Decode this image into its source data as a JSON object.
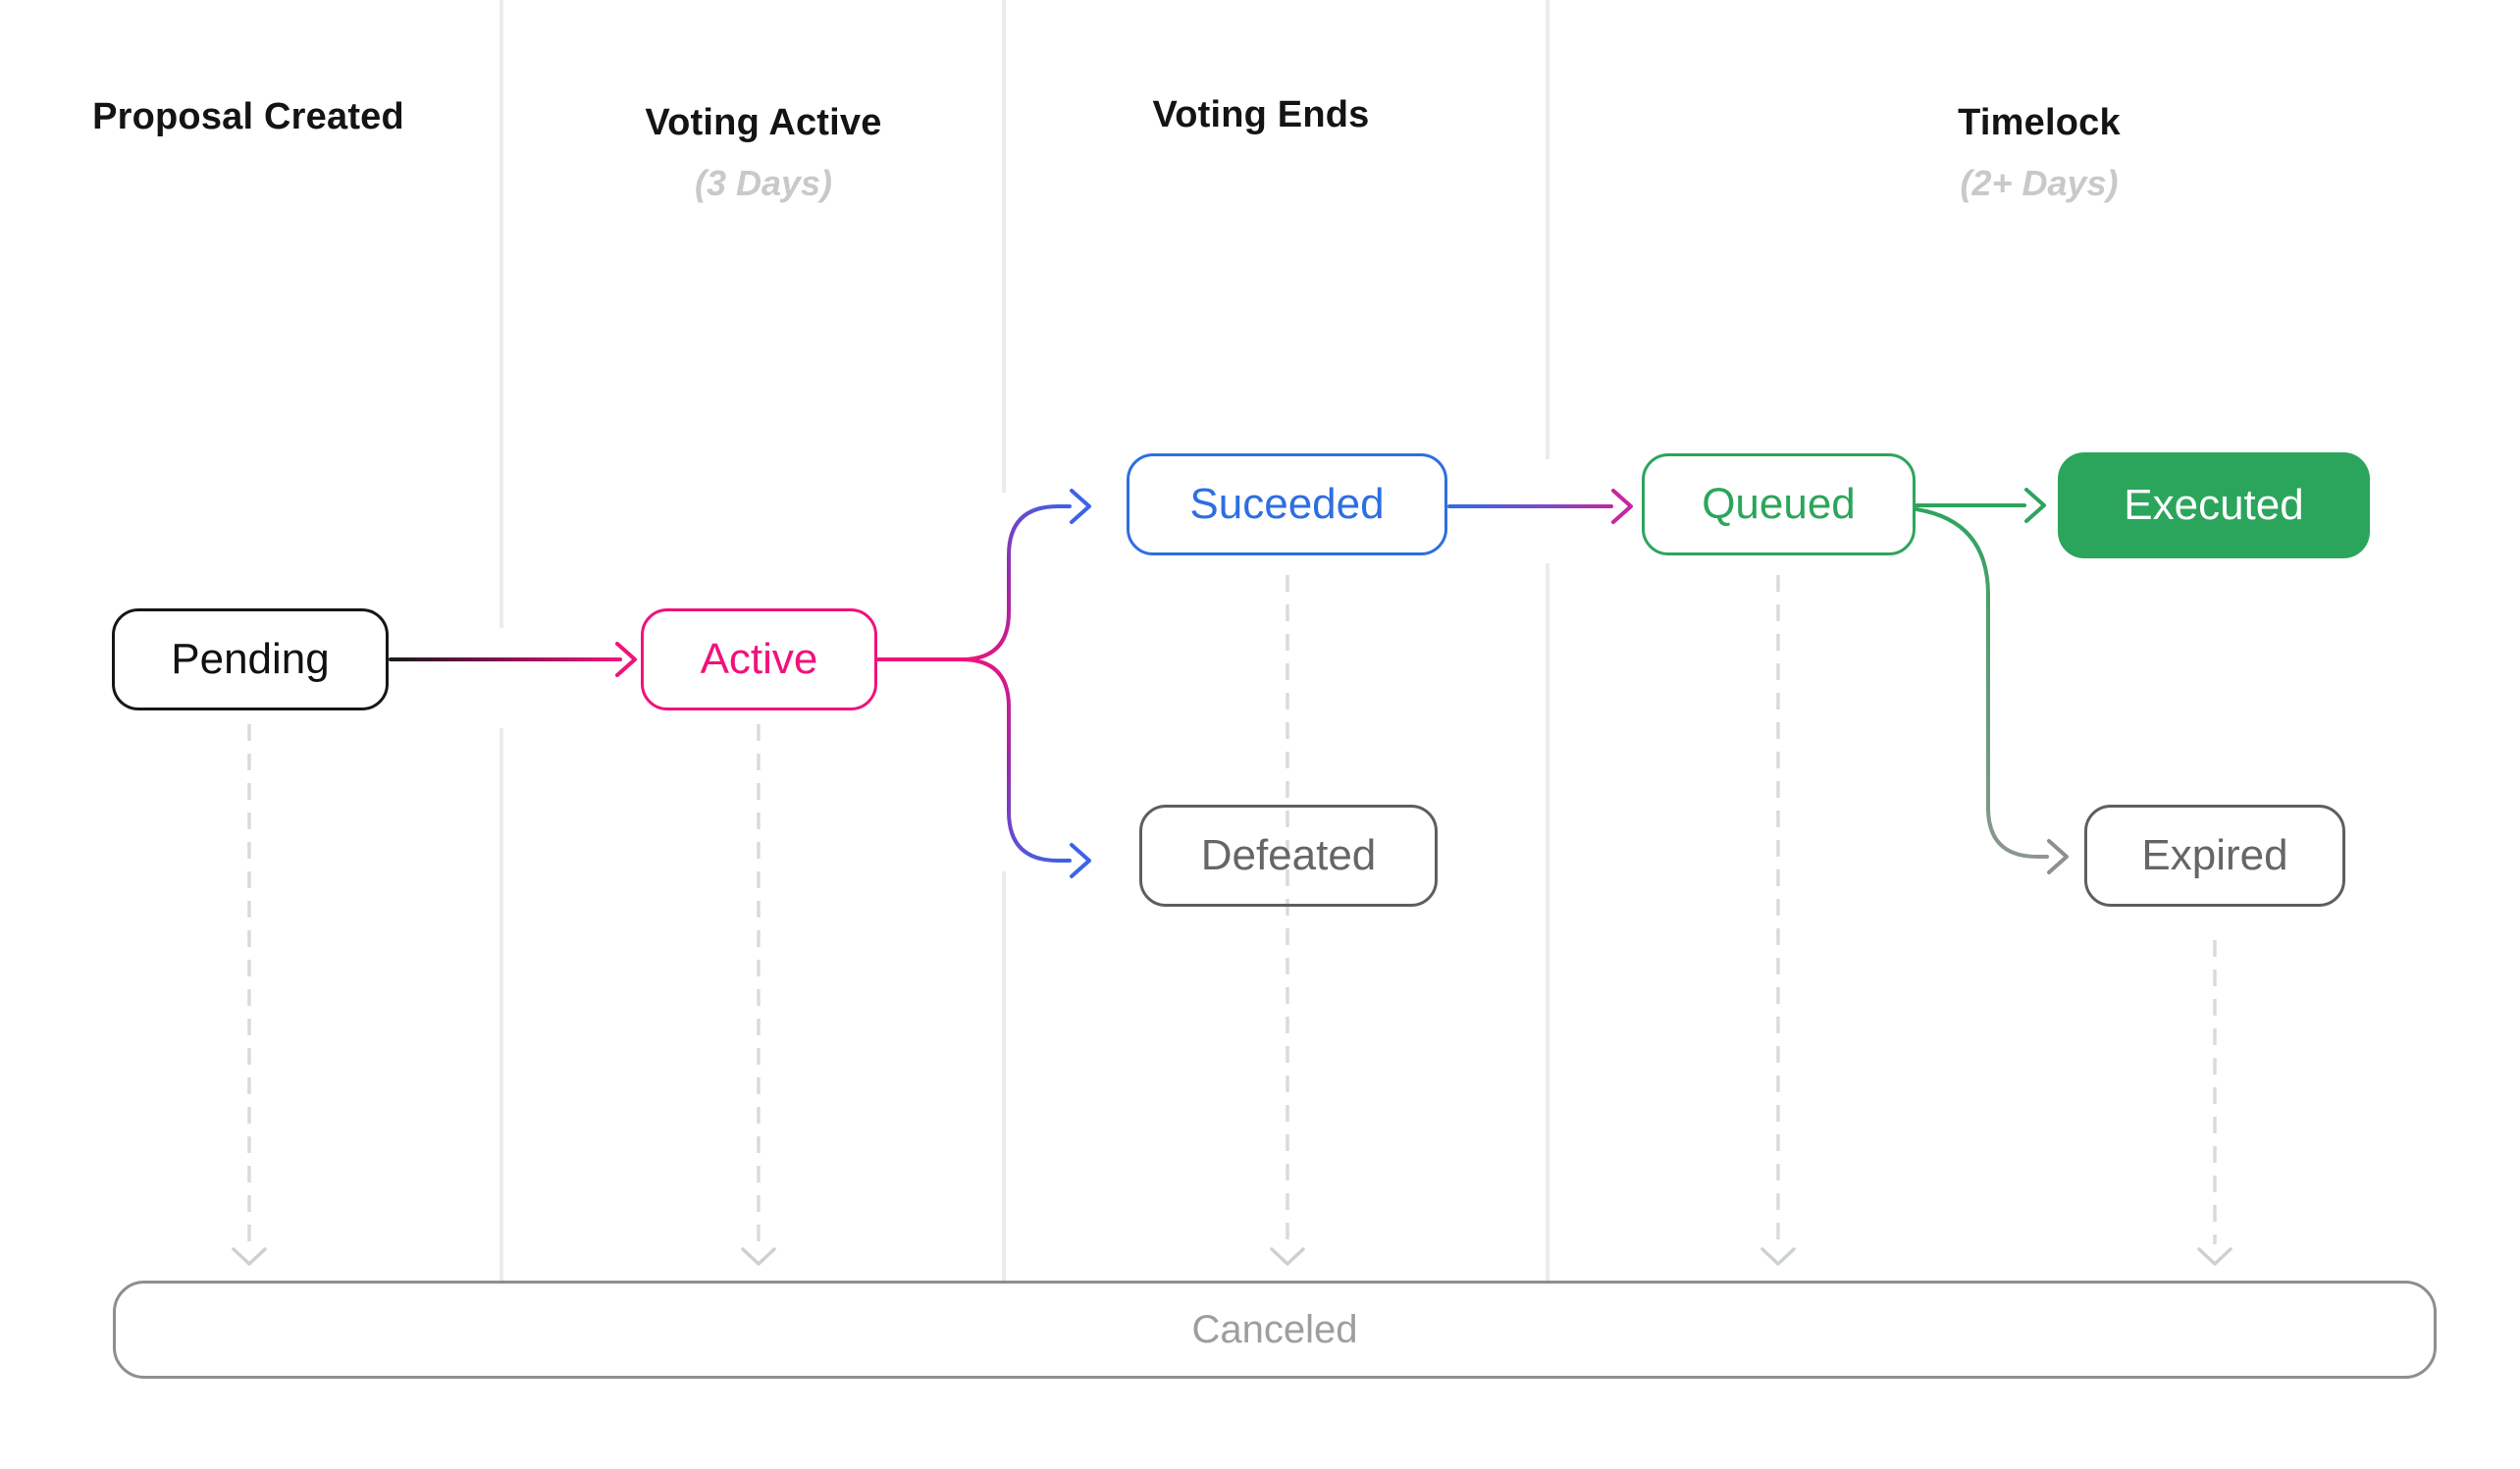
{
  "stages": [
    {
      "label": "Proposal Created"
    },
    {
      "label": "Voting Active",
      "duration": "(3 Days)"
    },
    {
      "label": "Voting Ends"
    },
    {
      "label": "Timelock",
      "duration": "(2+ Days)"
    }
  ],
  "states": {
    "pending": "Pending",
    "active": "Active",
    "succeeded": "Suceeded",
    "defeated": "Defeated",
    "queued": "Queued",
    "executed": "Executed",
    "expired": "Expired",
    "canceled": "Canceled"
  },
  "colors": {
    "black": "#1a1a1a",
    "pink": "#f0127b",
    "purple": "#9a2bae",
    "blue": "#2e6ee0",
    "arrow_blue": "#3c63e8",
    "green": "#2ba55c",
    "gray_node_border": "#5e5e5e",
    "gray_node_text": "#666666",
    "gray_arrow": "#8f8f8f",
    "canceled_border": "#8e8e8e",
    "canceled_text": "#9e9e9e",
    "dashed_line": "#d8dcd9",
    "column_separator": "#ececec",
    "subheader_text": "#c9c9c9"
  }
}
